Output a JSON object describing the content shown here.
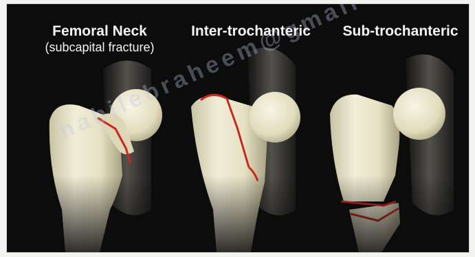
{
  "figure": {
    "captions": [
      {
        "title": "Femoral Neck",
        "subtitle": "(subcapital fracture)"
      },
      {
        "title": "Inter-trochanteric",
        "subtitle": ""
      },
      {
        "title": "Sub-trochanteric",
        "subtitle": ""
      }
    ],
    "watermark": "nabilebraheem@gmail",
    "colors": {
      "background": "#0c0c0c",
      "bone": "#e8e4c9",
      "fracture_line": "#c8281c"
    }
  }
}
